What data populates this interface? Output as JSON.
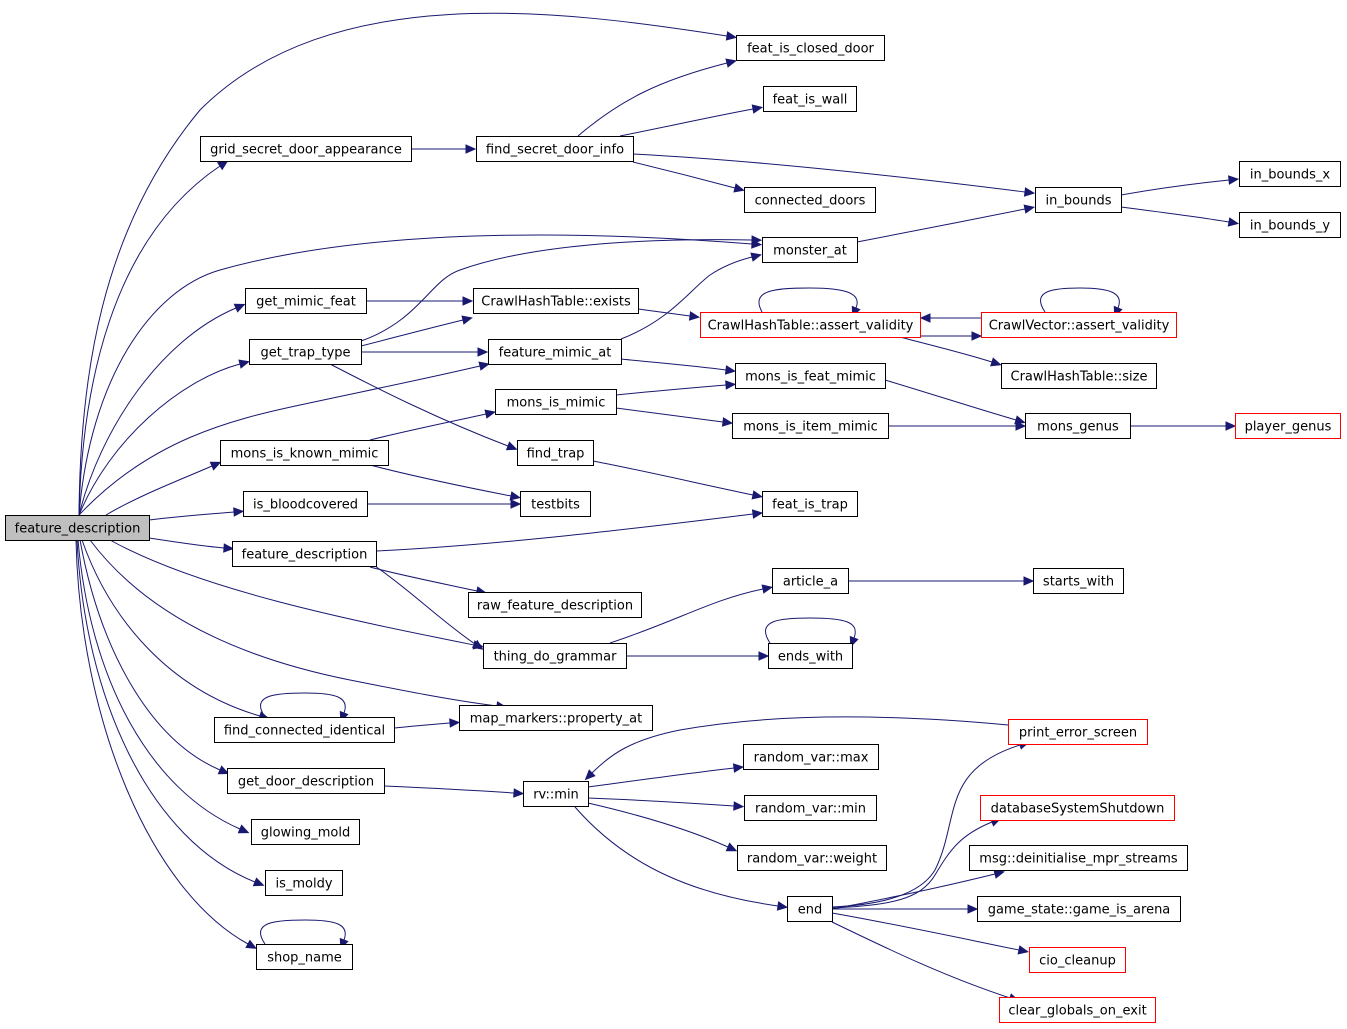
{
  "colors": {
    "edge": "#191970",
    "node_border": "#000000",
    "truncated_border": "#ff0000",
    "root_fill": "#bfbfbf",
    "node_fill": "#ffffff"
  },
  "graph": {
    "root": "feature_description_root",
    "nodes": [
      {
        "id": "feature_description_root",
        "label": "feature_description",
        "style": "root"
      },
      {
        "id": "grid_secret_door_appearance",
        "label": "grid_secret_door_appearance",
        "style": "normal"
      },
      {
        "id": "find_secret_door_info",
        "label": "find_secret_door_info",
        "style": "normal"
      },
      {
        "id": "feat_is_closed_door",
        "label": "feat_is_closed_door",
        "style": "normal"
      },
      {
        "id": "feat_is_wall",
        "label": "feat_is_wall",
        "style": "normal"
      },
      {
        "id": "connected_doors",
        "label": "connected_doors",
        "style": "normal"
      },
      {
        "id": "in_bounds",
        "label": "in_bounds",
        "style": "normal"
      },
      {
        "id": "in_bounds_x",
        "label": "in_bounds_x",
        "style": "normal"
      },
      {
        "id": "in_bounds_y",
        "label": "in_bounds_y",
        "style": "normal"
      },
      {
        "id": "monster_at",
        "label": "monster_at",
        "style": "normal"
      },
      {
        "id": "get_mimic_feat",
        "label": "get_mimic_feat",
        "style": "normal"
      },
      {
        "id": "crawlhashtable_exists",
        "label": "CrawlHashTable::exists",
        "style": "normal"
      },
      {
        "id": "crawlhashtable_assert_validity",
        "label": "CrawlHashTable::assert_validity",
        "style": "truncated"
      },
      {
        "id": "crawlvector_assert_validity",
        "label": "CrawlVector::assert_validity",
        "style": "truncated"
      },
      {
        "id": "crawlhashtable_size",
        "label": "CrawlHashTable::size",
        "style": "normal"
      },
      {
        "id": "get_trap_type",
        "label": "get_trap_type",
        "style": "normal"
      },
      {
        "id": "feature_mimic_at",
        "label": "feature_mimic_at",
        "style": "normal"
      },
      {
        "id": "mons_is_feat_mimic",
        "label": "mons_is_feat_mimic",
        "style": "normal"
      },
      {
        "id": "mons_is_mimic",
        "label": "mons_is_mimic",
        "style": "normal"
      },
      {
        "id": "mons_is_item_mimic",
        "label": "mons_is_item_mimic",
        "style": "normal"
      },
      {
        "id": "mons_genus",
        "label": "mons_genus",
        "style": "normal"
      },
      {
        "id": "player_genus",
        "label": "player_genus",
        "style": "truncated"
      },
      {
        "id": "mons_is_known_mimic",
        "label": "mons_is_known_mimic",
        "style": "normal"
      },
      {
        "id": "find_trap",
        "label": "find_trap",
        "style": "normal"
      },
      {
        "id": "is_bloodcovered",
        "label": "is_bloodcovered",
        "style": "normal"
      },
      {
        "id": "testbits",
        "label": "testbits",
        "style": "normal"
      },
      {
        "id": "feat_is_trap",
        "label": "feat_is_trap",
        "style": "normal"
      },
      {
        "id": "feature_description_child",
        "label": "feature_description",
        "style": "normal"
      },
      {
        "id": "raw_feature_description",
        "label": "raw_feature_description",
        "style": "normal"
      },
      {
        "id": "article_a",
        "label": "article_a",
        "style": "normal"
      },
      {
        "id": "starts_with",
        "label": "starts_with",
        "style": "normal"
      },
      {
        "id": "thing_do_grammar",
        "label": "thing_do_grammar",
        "style": "normal"
      },
      {
        "id": "ends_with",
        "label": "ends_with",
        "style": "normal"
      },
      {
        "id": "find_connected_identical",
        "label": "find_connected_identical",
        "style": "normal"
      },
      {
        "id": "map_markers_property_at",
        "label": "map_markers::property_at",
        "style": "normal"
      },
      {
        "id": "print_error_screen",
        "label": "print_error_screen",
        "style": "truncated"
      },
      {
        "id": "get_door_description",
        "label": "get_door_description",
        "style": "normal"
      },
      {
        "id": "rv_min",
        "label": "rv::min",
        "style": "normal"
      },
      {
        "id": "random_var_max",
        "label": "random_var::max",
        "style": "normal"
      },
      {
        "id": "random_var_min",
        "label": "random_var::min",
        "style": "normal"
      },
      {
        "id": "random_var_weight",
        "label": "random_var::weight",
        "style": "normal"
      },
      {
        "id": "database_system_shutdown",
        "label": "databaseSystemShutdown",
        "style": "truncated"
      },
      {
        "id": "msg_deinitialise",
        "label": "msg::deinitialise_mpr_streams",
        "style": "normal"
      },
      {
        "id": "glowing_mold",
        "label": "glowing_mold",
        "style": "normal"
      },
      {
        "id": "end",
        "label": "end",
        "style": "normal"
      },
      {
        "id": "game_is_arena",
        "label": "game_state::game_is_arena",
        "style": "normal"
      },
      {
        "id": "is_moldy",
        "label": "is_moldy",
        "style": "normal"
      },
      {
        "id": "cio_cleanup",
        "label": "cio_cleanup",
        "style": "truncated"
      },
      {
        "id": "shop_name",
        "label": "shop_name",
        "style": "normal"
      },
      {
        "id": "clear_globals_on_exit",
        "label": "clear_globals_on_exit",
        "style": "truncated"
      }
    ],
    "edges": [
      {
        "from": "feature_description_root",
        "to": "feat_is_closed_door"
      },
      {
        "from": "feature_description_root",
        "to": "grid_secret_door_appearance"
      },
      {
        "from": "feature_description_root",
        "to": "monster_at"
      },
      {
        "from": "feature_description_root",
        "to": "get_mimic_feat"
      },
      {
        "from": "feature_description_root",
        "to": "get_trap_type"
      },
      {
        "from": "feature_description_root",
        "to": "feature_mimic_at"
      },
      {
        "from": "feature_description_root",
        "to": "mons_is_known_mimic"
      },
      {
        "from": "feature_description_root",
        "to": "is_bloodcovered"
      },
      {
        "from": "feature_description_root",
        "to": "feature_description_child"
      },
      {
        "from": "feature_description_root",
        "to": "thing_do_grammar"
      },
      {
        "from": "feature_description_root",
        "to": "map_markers_property_at"
      },
      {
        "from": "feature_description_root",
        "to": "find_connected_identical"
      },
      {
        "from": "feature_description_root",
        "to": "get_door_description"
      },
      {
        "from": "feature_description_root",
        "to": "glowing_mold"
      },
      {
        "from": "feature_description_root",
        "to": "is_moldy"
      },
      {
        "from": "feature_description_root",
        "to": "shop_name"
      },
      {
        "from": "grid_secret_door_appearance",
        "to": "find_secret_door_info"
      },
      {
        "from": "find_secret_door_info",
        "to": "feat_is_closed_door"
      },
      {
        "from": "find_secret_door_info",
        "to": "feat_is_wall"
      },
      {
        "from": "find_secret_door_info",
        "to": "connected_doors"
      },
      {
        "from": "find_secret_door_info",
        "to": "in_bounds"
      },
      {
        "from": "in_bounds",
        "to": "in_bounds_x"
      },
      {
        "from": "in_bounds",
        "to": "in_bounds_y"
      },
      {
        "from": "monster_at",
        "to": "in_bounds"
      },
      {
        "from": "get_mimic_feat",
        "to": "crawlhashtable_exists"
      },
      {
        "from": "crawlhashtable_exists",
        "to": "crawlhashtable_assert_validity"
      },
      {
        "from": "crawlhashtable_assert_validity",
        "to": "crawlhashtable_assert_validity"
      },
      {
        "from": "crawlhashtable_assert_validity",
        "to": "crawlvector_assert_validity"
      },
      {
        "from": "crawlhashtable_assert_validity",
        "to": "crawlhashtable_size"
      },
      {
        "from": "crawlvector_assert_validity",
        "to": "crawlvector_assert_validity"
      },
      {
        "from": "crawlvector_assert_validity",
        "to": "crawlhashtable_assert_validity"
      },
      {
        "from": "get_trap_type",
        "to": "monster_at"
      },
      {
        "from": "get_trap_type",
        "to": "crawlhashtable_exists"
      },
      {
        "from": "get_trap_type",
        "to": "feature_mimic_at"
      },
      {
        "from": "get_trap_type",
        "to": "find_trap"
      },
      {
        "from": "feature_mimic_at",
        "to": "monster_at"
      },
      {
        "from": "feature_mimic_at",
        "to": "mons_is_feat_mimic"
      },
      {
        "from": "mons_is_known_mimic",
        "to": "mons_is_mimic"
      },
      {
        "from": "mons_is_known_mimic",
        "to": "testbits"
      },
      {
        "from": "mons_is_mimic",
        "to": "mons_is_feat_mimic"
      },
      {
        "from": "mons_is_mimic",
        "to": "mons_is_item_mimic"
      },
      {
        "from": "mons_is_feat_mimic",
        "to": "mons_genus"
      },
      {
        "from": "mons_is_item_mimic",
        "to": "mons_genus"
      },
      {
        "from": "mons_genus",
        "to": "player_genus"
      },
      {
        "from": "find_trap",
        "to": "feat_is_trap"
      },
      {
        "from": "is_bloodcovered",
        "to": "testbits"
      },
      {
        "from": "feature_description_child",
        "to": "feat_is_trap"
      },
      {
        "from": "feature_description_child",
        "to": "raw_feature_description"
      },
      {
        "from": "feature_description_child",
        "to": "thing_do_grammar"
      },
      {
        "from": "thing_do_grammar",
        "to": "article_a"
      },
      {
        "from": "thing_do_grammar",
        "to": "ends_with"
      },
      {
        "from": "ends_with",
        "to": "ends_with"
      },
      {
        "from": "article_a",
        "to": "starts_with"
      },
      {
        "from": "find_connected_identical",
        "to": "find_connected_identical"
      },
      {
        "from": "find_connected_identical",
        "to": "map_markers_property_at"
      },
      {
        "from": "get_door_description",
        "to": "rv_min"
      },
      {
        "from": "rv_min",
        "to": "random_var_max"
      },
      {
        "from": "rv_min",
        "to": "random_var_min"
      },
      {
        "from": "rv_min",
        "to": "random_var_weight"
      },
      {
        "from": "rv_min",
        "to": "end"
      },
      {
        "from": "print_error_screen",
        "to": "rv_min"
      },
      {
        "from": "end",
        "to": "print_error_screen"
      },
      {
        "from": "end",
        "to": "database_system_shutdown"
      },
      {
        "from": "end",
        "to": "msg_deinitialise"
      },
      {
        "from": "end",
        "to": "game_is_arena"
      },
      {
        "from": "end",
        "to": "cio_cleanup"
      },
      {
        "from": "end",
        "to": "clear_globals_on_exit"
      },
      {
        "from": "shop_name",
        "to": "shop_name"
      }
    ]
  }
}
